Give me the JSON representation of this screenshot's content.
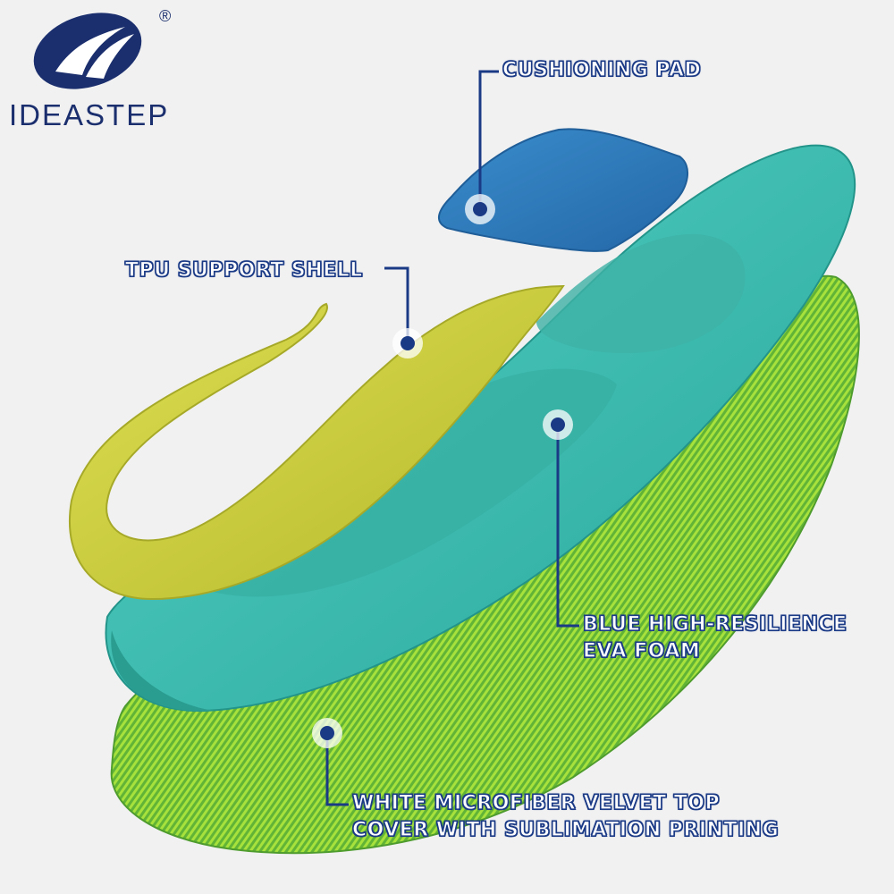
{
  "brand": {
    "name": "IDEASTEP",
    "registered_mark": "®",
    "color": "#1b2f6e"
  },
  "callouts": {
    "cushioning_pad": {
      "lines": [
        "CUSHIONING PAD"
      ]
    },
    "tpu_shell": {
      "lines": [
        "TPU SUPPORT SHELL"
      ]
    },
    "eva_foam": {
      "lines": [
        "BLUE HIGH-RESILIENCE",
        "EVA FOAM"
      ]
    },
    "top_cover": {
      "lines": [
        "WHITE MICROFIBER VELVET TOP",
        "COVER WITH SUBLIMATION PRINTING"
      ]
    }
  },
  "colors": {
    "leader_line": "#1b3a86",
    "cushion_pad": "#2f7ab8",
    "tpu_shell": "#c9cc3a",
    "eva_foam": "#3cbcb0",
    "top_cover": "#7fcf3c"
  },
  "icons": [
    "logo-mark-icon"
  ]
}
